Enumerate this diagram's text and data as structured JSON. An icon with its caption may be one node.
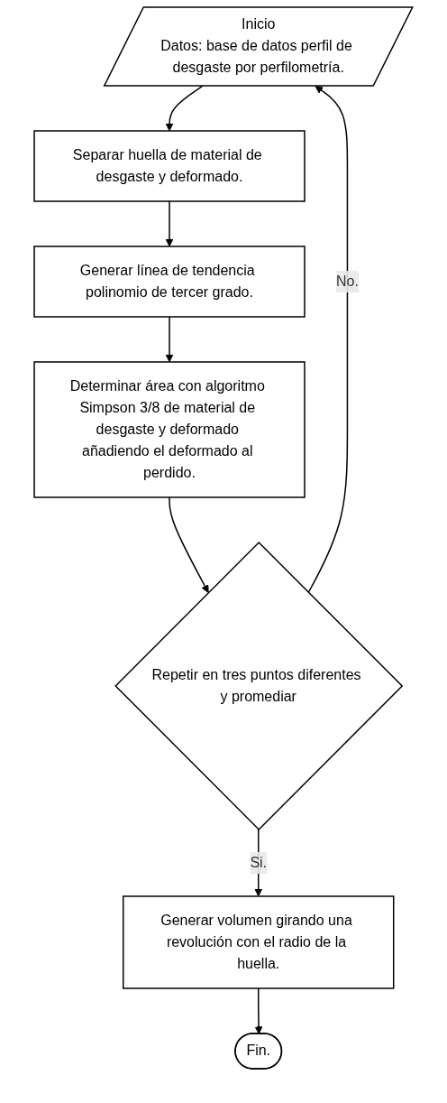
{
  "diagram": {
    "nodes": [
      {
        "text": [
          "Inicio",
          "Datos: base de datos perfil de desgaste por perfilometría."
        ]
      },
      {
        "text": [
          "Separar huella de material de desgaste y deformado."
        ]
      },
      {
        "text": [
          "Generar línea de tendencia polinomio de tercer grado."
        ]
      },
      {
        "text": [
          "Determinar área con algoritmo Simpson 3/8 de material de desgaste y deformado añadiendo el deformado al perdido."
        ]
      },
      {
        "text": [
          "Repetir en tres puntos diferentes y promediar"
        ]
      },
      {
        "text": [
          "Generar volumen girando una revolución con el radio de la huella."
        ]
      },
      {
        "text": [
          "Fin."
        ]
      }
    ],
    "edges": [
      {
        "from": 0,
        "to": 1,
        "arrow": "to"
      },
      {
        "from": 1,
        "to": 2,
        "arrow": "to"
      },
      {
        "from": 2,
        "to": 3,
        "arrow": "to"
      },
      {
        "from": 3,
        "to": 4,
        "arrow": "to"
      },
      {
        "from": 4,
        "to": 5,
        "label": "Si.",
        "arrow": "to"
      },
      {
        "from": 5,
        "to": 6,
        "arrow": "to"
      },
      {
        "from": 4,
        "to": 0,
        "label": "No.",
        "arrow": "to"
      }
    ]
  }
}
